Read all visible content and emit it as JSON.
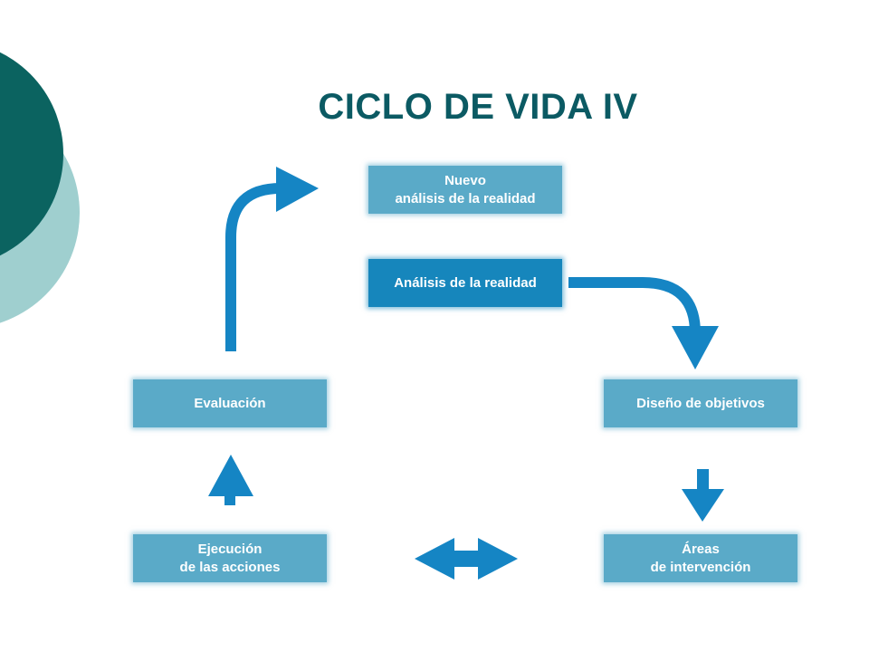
{
  "title": "CICLO DE VIDA IV",
  "colors": {
    "title": "#0b5a63",
    "box_light": "#5aaac8",
    "box_dark": "#1686bc",
    "arrow": "#1585c4",
    "deco_dark": "#0b6360",
    "deco_light": "#9fcfcf"
  },
  "boxes": {
    "nuevo_analisis": {
      "line1": "Nuevo",
      "line2": "análisis de la realidad"
    },
    "analisis": {
      "label": "Análisis de la realidad"
    },
    "diseno": {
      "label": "Diseño de objetivos"
    },
    "areas": {
      "line1": "Áreas",
      "line2": "de intervención"
    },
    "ejecucion": {
      "line1": "Ejecución",
      "line2": "de las acciones"
    },
    "evaluacion": {
      "label": "Evaluación"
    }
  }
}
